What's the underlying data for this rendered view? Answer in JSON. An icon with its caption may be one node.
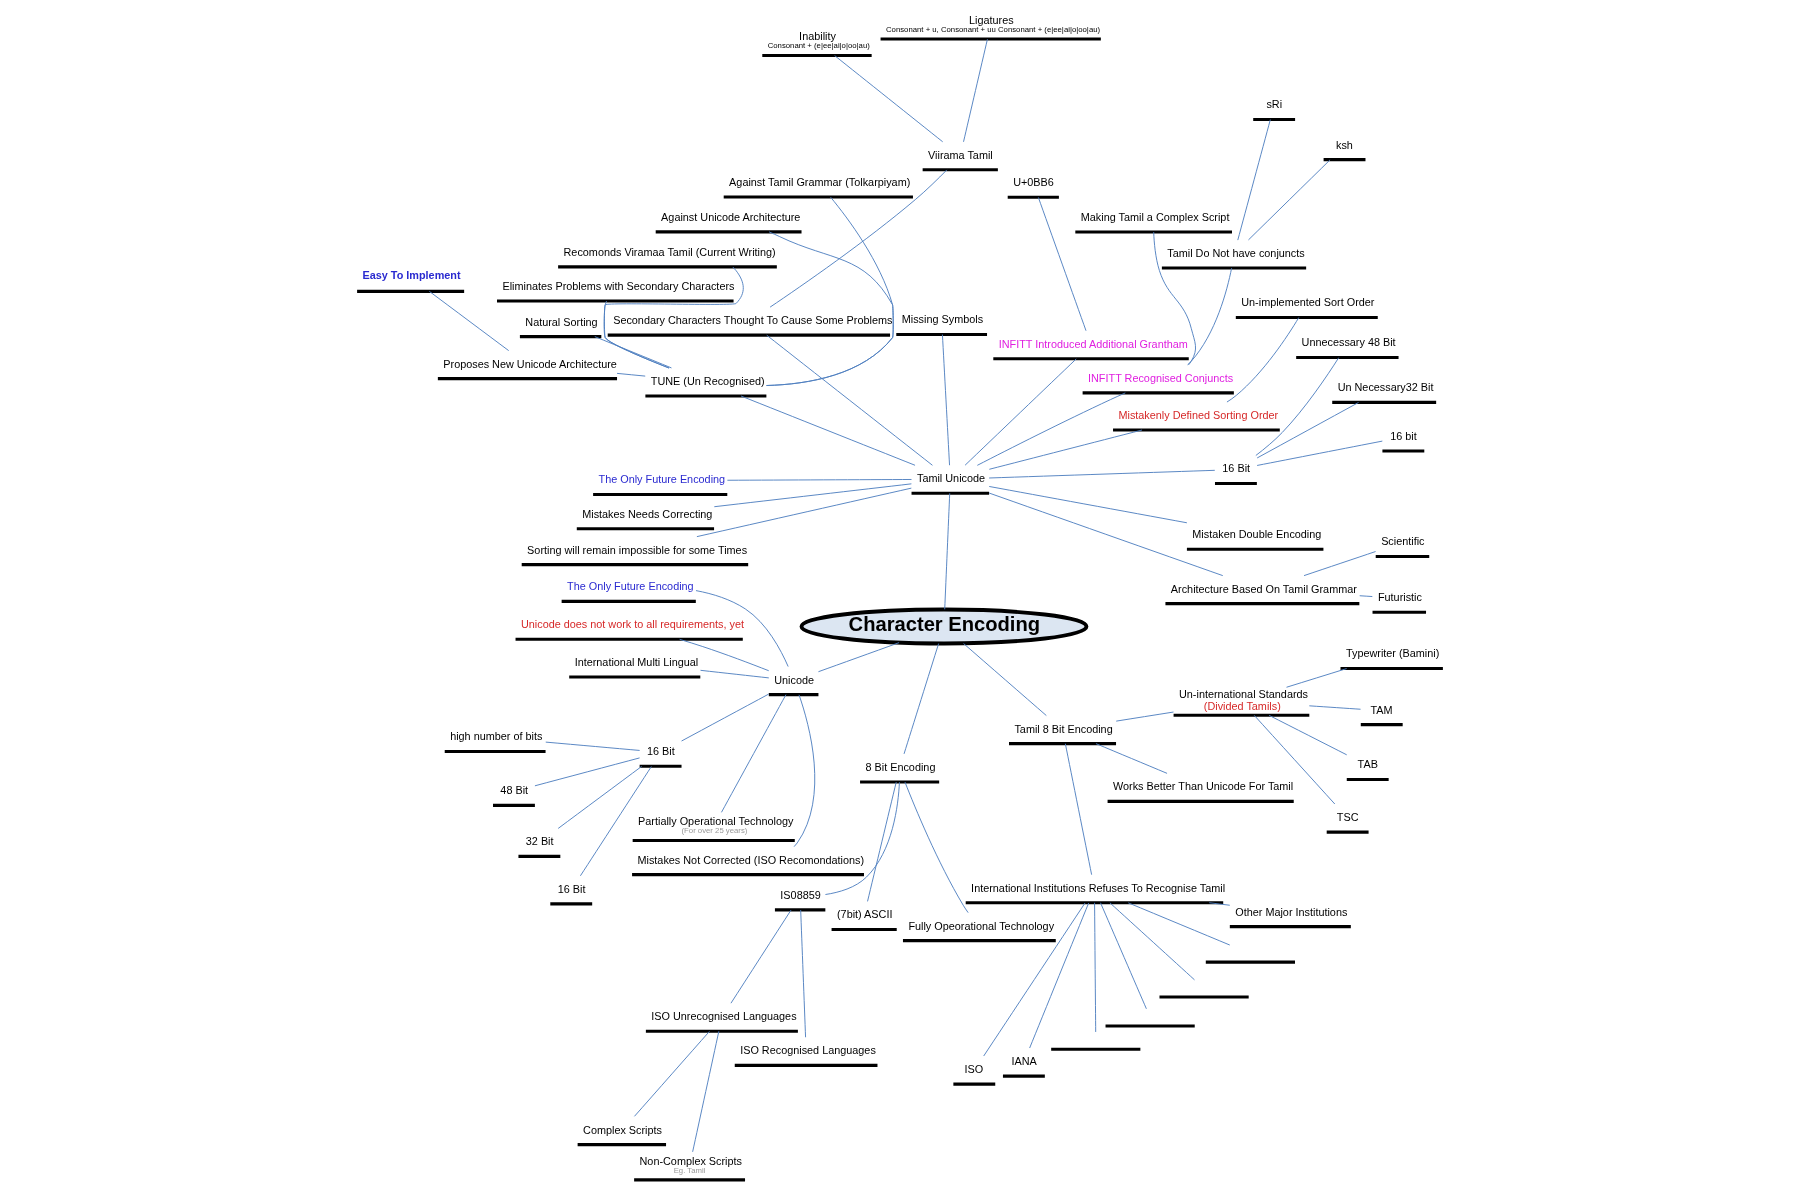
{
  "diagram": {
    "nodes": [
      {
        "text": [
          "Character Encoding"
        ]
      },
      {
        "text": [
          "Tamil Unicode"
        ]
      },
      {
        "text": [
          "Architecture Based On Tamil Grammar"
        ]
      },
      {
        "text": [
          "Futuristic"
        ]
      },
      {
        "text": [
          "Scientific"
        ]
      },
      {
        "text": [
          "Mistaken Double Encoding"
        ]
      },
      {
        "text": [
          "16 Bit"
        ]
      },
      {
        "text": [
          "16 bit"
        ]
      },
      {
        "text": [
          "Un Necessary32 Bit"
        ]
      },
      {
        "text": [
          "Unnecessary 48 Bit"
        ]
      },
      {
        "text": [
          "Mistakenly Defined Sorting Order"
        ]
      },
      {
        "text": [
          "Un-implemented Sort Order"
        ]
      },
      {
        "text": [
          "INFITT Recognised Conjuncts"
        ]
      },
      {
        "text": [
          "Tamil Do Not have conjuncts"
        ]
      },
      {
        "text": [
          "ksh"
        ]
      },
      {
        "text": [
          "sRi"
        ]
      },
      {
        "text": [
          "Making Tamil a Complex Script"
        ]
      },
      {
        "text": [
          "INFITT Introduced Additional Grantham"
        ]
      },
      {
        "text": [
          "U+0BB6"
        ]
      },
      {
        "text": [
          "Missing Symbols"
        ]
      },
      {
        "text": [
          "Secondary Characters Thought To Cause Some Problems"
        ]
      },
      {
        "text": [
          "Viirama Tamil"
        ]
      },
      {
        "text": [
          "Ligatures",
          "Consonant + u, Consonant + uu Consonant + (e|ee|ai|o|oo|au)"
        ]
      },
      {
        "text": [
          "Inability",
          "Consonant + (e|ee|ai|o|oo|au)"
        ]
      },
      {
        "text": [
          "TUNE (Un Recognised)"
        ]
      },
      {
        "text": [
          "Against Tamil Grammar (Tolkarpiyam)"
        ]
      },
      {
        "text": [
          "Against Unicode Architecture"
        ]
      },
      {
        "text": [
          "Recomonds Viramaa Tamil (Current Writing)"
        ]
      },
      {
        "text": [
          "Eliminates Problems with Secondary Characters"
        ]
      },
      {
        "text": [
          "Natural Sorting"
        ]
      },
      {
        "text": [
          "Proposes New Unicode Architecture"
        ]
      },
      {
        "text": [
          "Easy To Implement"
        ]
      },
      {
        "text": [
          "The Only Future Encoding"
        ]
      },
      {
        "text": [
          "Mistakes Needs Correcting"
        ]
      },
      {
        "text": [
          "Sorting will remain impossible for some Times"
        ]
      },
      {
        "text": [
          "Unicode"
        ]
      },
      {
        "text": [
          "The Only Future Encoding"
        ]
      },
      {
        "text": [
          "Unicode does not work to all requirements, yet"
        ]
      },
      {
        "text": [
          "International Multi Lingual"
        ]
      },
      {
        "text": [
          "16 Bit"
        ]
      },
      {
        "text": [
          "high number of bits"
        ]
      },
      {
        "text": [
          "48 Bit"
        ]
      },
      {
        "text": [
          "32 Bit"
        ]
      },
      {
        "text": [
          "16 Bit"
        ]
      },
      {
        "text": [
          "Partially Operational Technology",
          "(For over 25 years)"
        ]
      },
      {
        "text": [
          "Mistakes Not Corrected (ISO Recomondations)"
        ]
      },
      {
        "text": [
          "8 Bit Encoding"
        ]
      },
      {
        "text": [
          "IS08859"
        ]
      },
      {
        "text": [
          "ISO Unrecognised Languages"
        ]
      },
      {
        "text": [
          "Complex Scripts"
        ]
      },
      {
        "text": [
          "Non-Complex Scripts",
          "Eg. Tamil"
        ]
      },
      {
        "text": [
          "ISO Recognised Languages"
        ]
      },
      {
        "text": [
          "(7bit) ASCII"
        ]
      },
      {
        "text": [
          "Fully Opeorational Technology"
        ]
      },
      {
        "text": [
          "Tamil 8 Bit Encoding"
        ]
      },
      {
        "text": [
          "International Institutions Refuses To Recognise Tamil"
        ]
      },
      {
        "text": [
          "ISO"
        ]
      },
      {
        "text": [
          "IANA"
        ]
      },
      {
        "text": [],
        "shape": "bar"
      },
      {
        "text": [],
        "shape": "bar"
      },
      {
        "text": [],
        "shape": "bar"
      },
      {
        "text": [],
        "shape": "bar"
      },
      {
        "text": [
          "Other Major Institutions"
        ]
      },
      {
        "text": [
          "Works Better Than Unicode For Tamil"
        ]
      },
      {
        "text": [
          "Un-international Standards",
          "(Divided Tamils)"
        ]
      },
      {
        "text": [
          "TSC"
        ]
      },
      {
        "text": [
          "TAB"
        ]
      },
      {
        "text": [
          "TAM"
        ]
      },
      {
        "text": [
          "Typewriter (Bamini)"
        ]
      }
    ],
    "edges": [
      {
        "from": 0,
        "to": 1,
        "arrow": "none"
      },
      {
        "from": 1,
        "to": 2,
        "arrow": "none"
      },
      {
        "from": 2,
        "to": 3,
        "arrow": "none"
      },
      {
        "from": 2,
        "to": 4,
        "arrow": "none"
      },
      {
        "from": 1,
        "to": 5,
        "arrow": "none"
      },
      {
        "from": 1,
        "to": 6,
        "arrow": "none"
      },
      {
        "from": 6,
        "to": 7,
        "arrow": "none"
      },
      {
        "from": 6,
        "to": 8,
        "arrow": "none"
      },
      {
        "from": 6,
        "to": 9,
        "arrow": "none"
      },
      {
        "from": 1,
        "to": 10,
        "arrow": "none"
      },
      {
        "from": 10,
        "to": 11,
        "arrow": "none"
      },
      {
        "from": 1,
        "to": 12,
        "arrow": "none"
      },
      {
        "from": 12,
        "to": 13,
        "arrow": "none"
      },
      {
        "from": 13,
        "to": 14,
        "arrow": "none"
      },
      {
        "from": 13,
        "to": 15,
        "arrow": "none"
      },
      {
        "from": 12,
        "to": 16,
        "arrow": "none"
      },
      {
        "from": 1,
        "to": 17,
        "arrow": "none"
      },
      {
        "from": 17,
        "to": 18,
        "arrow": "none"
      },
      {
        "from": 1,
        "to": 19,
        "arrow": "none"
      },
      {
        "from": 1,
        "to": 20,
        "arrow": "none"
      },
      {
        "from": 20,
        "to": 21,
        "arrow": "none"
      },
      {
        "from": 21,
        "to": 22,
        "arrow": "none"
      },
      {
        "from": 21,
        "to": 23,
        "arrow": "none"
      },
      {
        "from": 1,
        "to": 24,
        "arrow": "none"
      },
      {
        "from": 24,
        "to": 25,
        "arrow": "none"
      },
      {
        "from": 24,
        "to": 26,
        "arrow": "none"
      },
      {
        "from": 24,
        "to": 27,
        "arrow": "none"
      },
      {
        "from": 24,
        "to": 28,
        "arrow": "none"
      },
      {
        "from": 24,
        "to": 29,
        "arrow": "none"
      },
      {
        "from": 24,
        "to": 30,
        "arrow": "none"
      },
      {
        "from": 30,
        "to": 31,
        "arrow": "none"
      },
      {
        "from": 1,
        "to": 32,
        "arrow": "none"
      },
      {
        "from": 1,
        "to": 33,
        "arrow": "none"
      },
      {
        "from": 1,
        "to": 34,
        "arrow": "none"
      },
      {
        "from": 0,
        "to": 35,
        "arrow": "none"
      },
      {
        "from": 35,
        "to": 36,
        "arrow": "none"
      },
      {
        "from": 35,
        "to": 37,
        "arrow": "none"
      },
      {
        "from": 35,
        "to": 38,
        "arrow": "none"
      },
      {
        "from": 35,
        "to": 39,
        "arrow": "none"
      },
      {
        "from": 39,
        "to": 40,
        "arrow": "none"
      },
      {
        "from": 39,
        "to": 41,
        "arrow": "none"
      },
      {
        "from": 39,
        "to": 42,
        "arrow": "none"
      },
      {
        "from": 39,
        "to": 43,
        "arrow": "none"
      },
      {
        "from": 35,
        "to": 44,
        "arrow": "none"
      },
      {
        "from": 35,
        "to": 45,
        "arrow": "none"
      },
      {
        "from": 0,
        "to": 46,
        "arrow": "none"
      },
      {
        "from": 46,
        "to": 47,
        "arrow": "none"
      },
      {
        "from": 47,
        "to": 48,
        "arrow": "none"
      },
      {
        "from": 48,
        "to": 49,
        "arrow": "none"
      },
      {
        "from": 48,
        "to": 50,
        "arrow": "none"
      },
      {
        "from": 47,
        "to": 51,
        "arrow": "none"
      },
      {
        "from": 46,
        "to": 52,
        "arrow": "none"
      },
      {
        "from": 46,
        "to": 53,
        "arrow": "none"
      },
      {
        "from": 0,
        "to": 54,
        "arrow": "none"
      },
      {
        "from": 54,
        "to": 55,
        "arrow": "none"
      },
      {
        "from": 55,
        "to": 56,
        "arrow": "none"
      },
      {
        "from": 55,
        "to": 57,
        "arrow": "none"
      },
      {
        "from": 55,
        "to": 58,
        "arrow": "none"
      },
      {
        "from": 55,
        "to": 59,
        "arrow": "none"
      },
      {
        "from": 55,
        "to": 60,
        "arrow": "none"
      },
      {
        "from": 55,
        "to": 61,
        "arrow": "none"
      },
      {
        "from": 55,
        "to": 62,
        "arrow": "none"
      },
      {
        "from": 54,
        "to": 63,
        "arrow": "none"
      },
      {
        "from": 54,
        "to": 64,
        "arrow": "none"
      },
      {
        "from": 64,
        "to": 65,
        "arrow": "none"
      },
      {
        "from": 64,
        "to": 66,
        "arrow": "none"
      },
      {
        "from": 64,
        "to": 67,
        "arrow": "none"
      },
      {
        "from": 64,
        "to": 68,
        "arrow": "none"
      }
    ]
  }
}
